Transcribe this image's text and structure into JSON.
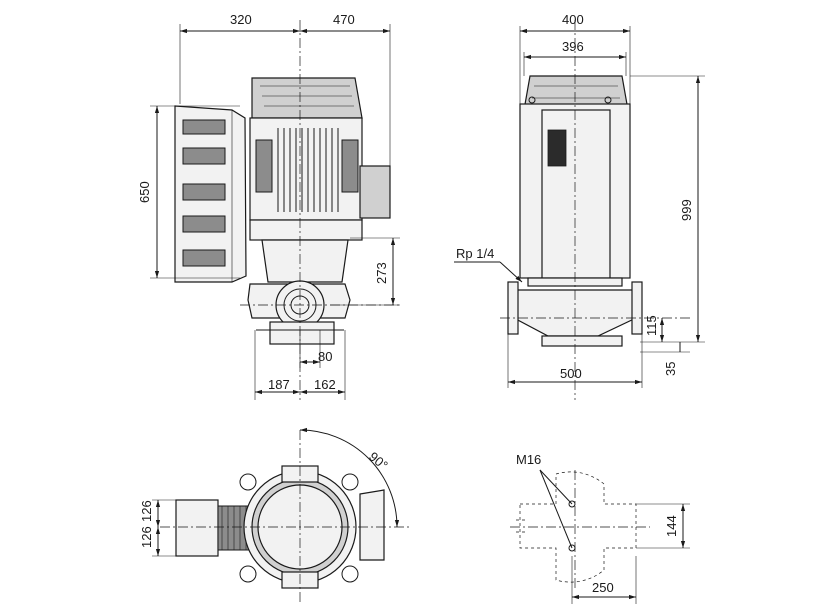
{
  "dimensions": {
    "front_width_left": "320",
    "front_width_right": "470",
    "front_height": "650",
    "front_flange_height": "273",
    "front_flange_small": "80",
    "front_base_left": "187",
    "front_base_right": "162",
    "side_width_outer": "400",
    "side_width_inner": "396",
    "side_total_height": "999",
    "side_port_label": "Rp 1/4",
    "side_flange_height": "115",
    "side_base_height": "35",
    "side_base_width": "500",
    "top_angle": "90°",
    "top_offset_upper": "126",
    "top_offset_lower": "126",
    "base_bolt_label": "M16",
    "base_bolt_spacing": "144",
    "base_bolt_width": "250"
  }
}
